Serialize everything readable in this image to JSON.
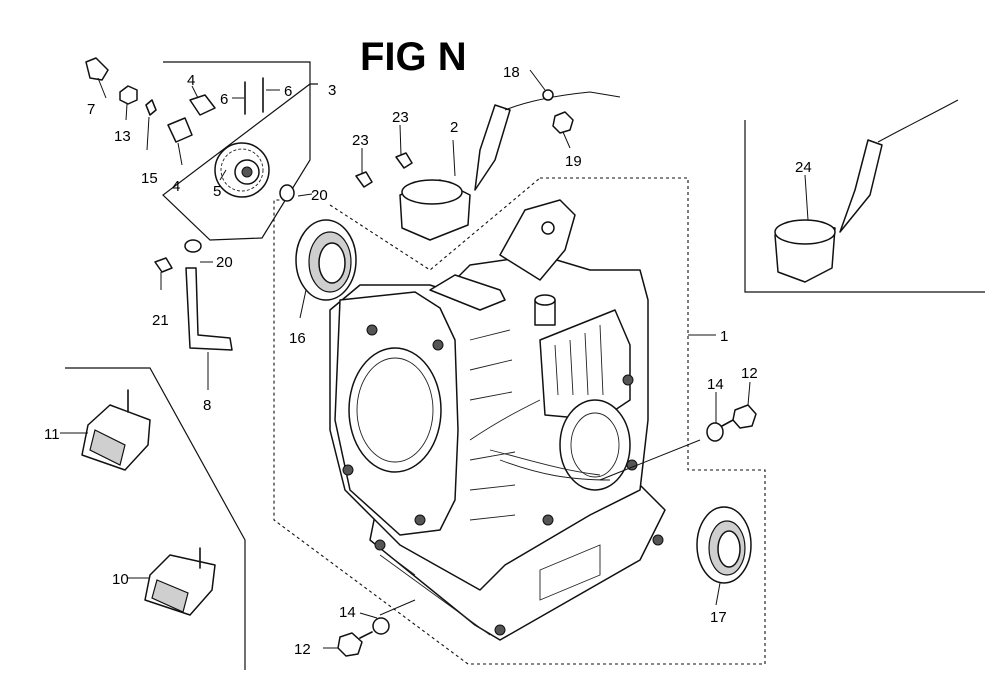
{
  "title": "FIG N",
  "callouts": [
    {
      "id": "c1",
      "label": "1"
    },
    {
      "id": "c2",
      "label": "2"
    },
    {
      "id": "c3",
      "label": "3"
    },
    {
      "id": "c4a",
      "label": "4"
    },
    {
      "id": "c4b",
      "label": "4"
    },
    {
      "id": "c5",
      "label": "5"
    },
    {
      "id": "c6a",
      "label": "6"
    },
    {
      "id": "c6b",
      "label": "6"
    },
    {
      "id": "c7",
      "label": "7"
    },
    {
      "id": "c8",
      "label": "8"
    },
    {
      "id": "c10",
      "label": "10"
    },
    {
      "id": "c11",
      "label": "11"
    },
    {
      "id": "c12a",
      "label": "12"
    },
    {
      "id": "c12b",
      "label": "12"
    },
    {
      "id": "c13",
      "label": "13"
    },
    {
      "id": "c14a",
      "label": "14"
    },
    {
      "id": "c14b",
      "label": "14"
    },
    {
      "id": "c15",
      "label": "15"
    },
    {
      "id": "c16",
      "label": "16"
    },
    {
      "id": "c17",
      "label": "17"
    },
    {
      "id": "c18",
      "label": "18"
    },
    {
      "id": "c19",
      "label": "19"
    },
    {
      "id": "c20a",
      "label": "20"
    },
    {
      "id": "c20b",
      "label": "20"
    },
    {
      "id": "c21",
      "label": "21"
    },
    {
      "id": "c23a",
      "label": "23"
    },
    {
      "id": "c23b",
      "label": "23"
    },
    {
      "id": "c24",
      "label": "24"
    }
  ]
}
